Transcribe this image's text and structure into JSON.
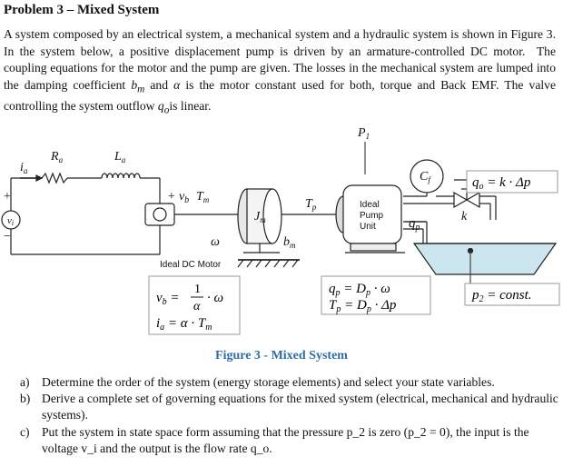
{
  "title": "Problem 3 – Mixed System",
  "paragraph": "A system composed by an electrical system, a mechanical system and a hydraulic system is shown in Figure 3. In the system below, a positive displacement pump is driven by an armature-controlled DC motor.  The coupling equations for the motor and the pump are given. The losses in the mechanical system are lumped into the damping coefficient b_m and α is the motor constant used for both, torque and Back EMF. The valve controlling the system outflow q_o is linear.",
  "figure": {
    "labels": {
      "ia": "i_a",
      "Ra": "R_a",
      "La": "L_a",
      "vi": "v_i",
      "vb": "v_b",
      "Tm": "T_m",
      "Jm": "J_m",
      "Tp": "T_p",
      "omega": "ω",
      "bm": "b_m",
      "P1": "P_1",
      "Cf": "C_f",
      "k": "k",
      "qp": "q_p",
      "plus": "+",
      "minus": "−"
    },
    "motor_label": "Ideal DC Motor",
    "pump_label_1": "Ideal",
    "pump_label_2": "Pump",
    "pump_label_3": "Unit",
    "eq_qo": "q_o = k · Δp",
    "eq_vb": "v_b = (1/α) · ω",
    "eq_ia": "i_a = α · T_m",
    "eq_qp": "q_p = D_p · ω",
    "eq_Tp": "T_p = D_p · Δp",
    "eq_p2": "p_2 = const."
  },
  "caption": "Figure 3 - Mixed System",
  "questions": [
    {
      "label": "a)",
      "text": "Determine the order of the system (energy storage elements) and select your state variables."
    },
    {
      "label": "b)",
      "text": "Derive a complete set of governing equations for the mixed system (electrical, mechanical and hydraulic systems)."
    },
    {
      "label": "c)",
      "text": "Put the system in state space form assuming that the pressure p_2 is zero (p_2 = 0), the input is the voltage v_i and the output is the flow rate q_o."
    }
  ]
}
